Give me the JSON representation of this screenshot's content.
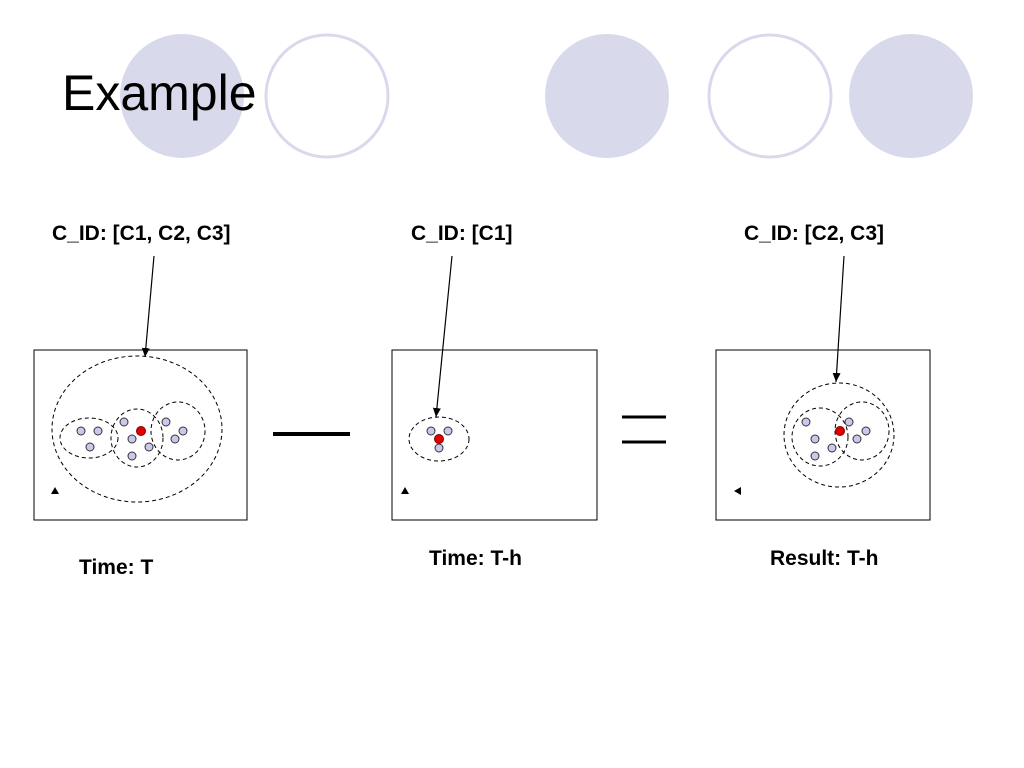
{
  "slide": {
    "title": "Example"
  },
  "panels": [
    {
      "cid_label": "C_ID: [C1, C2, C3]",
      "caption": "Time: T"
    },
    {
      "cid_label": "C_ID: [C1]",
      "caption": "Time: T-h"
    },
    {
      "cid_label": "C_ID: [C2, C3]",
      "caption": "Result: T-h"
    }
  ],
  "operators": {
    "minus": "minus-sign",
    "equals": "equals-sign"
  },
  "colors": {
    "decor_circle": "#d9d9ec",
    "point_fill": "#c9c9ee",
    "core_point": "#e00000"
  }
}
